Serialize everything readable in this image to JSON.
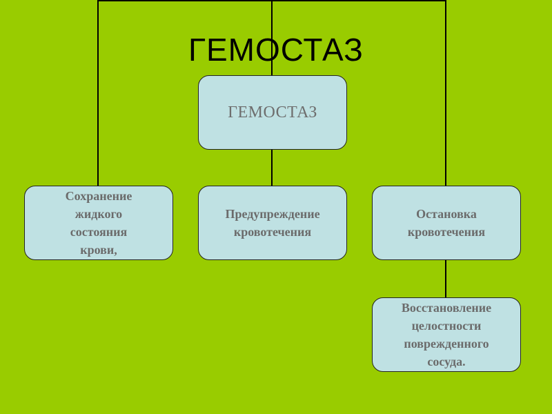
{
  "title": "ГЕМОСТАЗ",
  "colors": {
    "background": "#99cc00",
    "node_fill": "#bfe1e3",
    "node_border": "#222222",
    "node_text": "#6b6b6b",
    "connector": "#000000"
  },
  "diagram": {
    "root": {
      "label": "ГЕМОСТАЗ"
    },
    "children": [
      {
        "id": "left",
        "lines": [
          "Сохранение",
          "жидкого",
          "состояния",
          "крови,"
        ]
      },
      {
        "id": "center",
        "lines": [
          "Предупреждение",
          "кровотечения"
        ]
      },
      {
        "id": "right",
        "lines": [
          "Остановка",
          "кровотечения"
        ]
      }
    ],
    "sub_child": {
      "parent": "right",
      "lines": [
        "Восстановление",
        "целостности",
        "поврежденного",
        "сосуда."
      ]
    }
  }
}
